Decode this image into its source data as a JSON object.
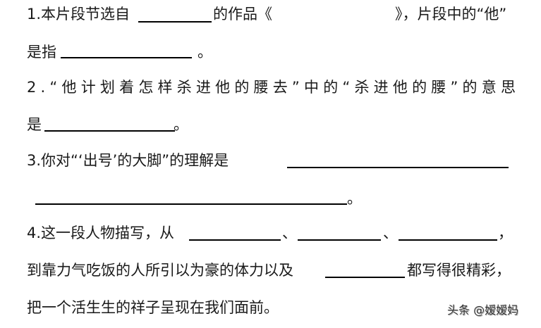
{
  "questions": [
    {
      "number": "1.",
      "line1": {
        "before_blank": "1.本片段节选自",
        "after_blank": "的作品《",
        "after_gap": "》，片段中的“他”"
      },
      "line2": {
        "before_blank": "是指",
        "after_blank": "。"
      }
    },
    {
      "number": "2.",
      "line1": "2.“他计划着怎样杀进他的腰去”中的“杀进他的腰”的意思",
      "line2": {
        "before_blank": "是",
        "after_blank": "。"
      }
    },
    {
      "number": "3.",
      "line1": {
        "before_blank": "3.你对“‘出号’的大脚”的理解是"
      },
      "line2": {
        "after_blank": "。"
      }
    },
    {
      "number": "4.",
      "line1": {
        "before_blank": "4.这一段人物描写，从",
        "sep1": "、",
        "sep2": "、",
        "end": "，"
      },
      "line2": {
        "before_blank": "到靠力气吃饭的人所引以为豪的体力以及",
        "after_blank": "都写得很精彩，"
      },
      "line3": "把一个活生生的祥子呈现在我们面前。"
    }
  ],
  "watermark": "头条 @嫒嫒妈"
}
